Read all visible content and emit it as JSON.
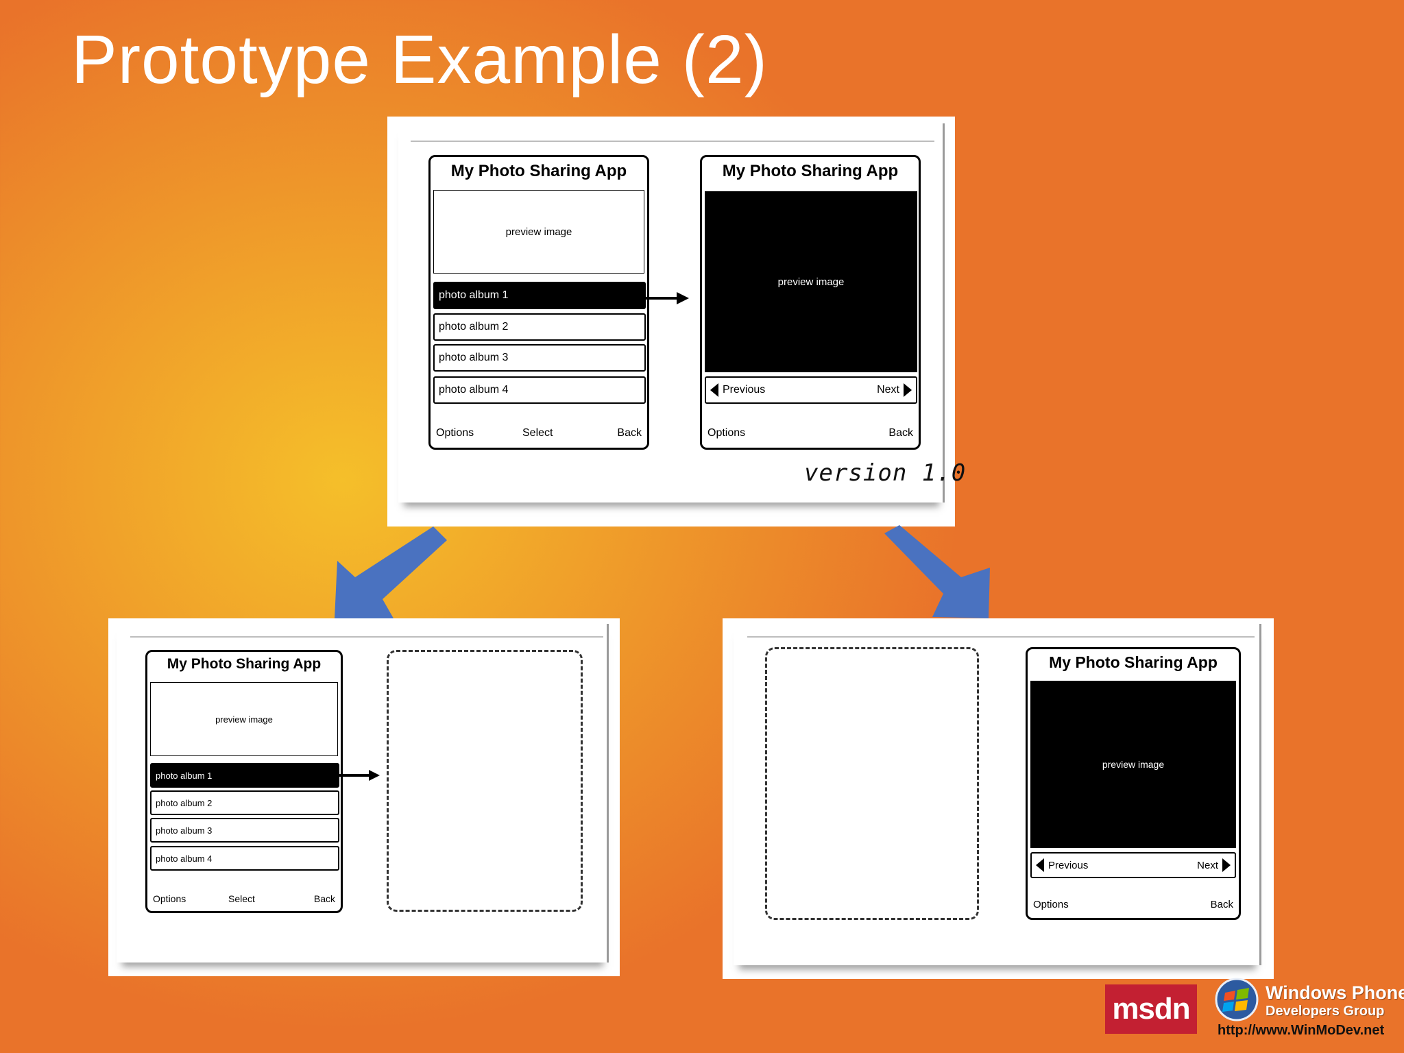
{
  "slide": {
    "title": "Prototype Example (2)"
  },
  "mockup": {
    "app_title": "My Photo Sharing App",
    "preview_label": "preview image",
    "albums": [
      "photo album 1",
      "photo album 2",
      "photo album 3",
      "photo album 4"
    ],
    "softkeys_list": {
      "left": "Options",
      "middle": "Select",
      "right": "Back"
    },
    "softkeys_viewer": {
      "left": "Options",
      "right": "Back"
    },
    "nav_previous": "Previous",
    "nav_next": "Next",
    "version": "version 1.0"
  },
  "branding": {
    "msdn": "msdn",
    "wp_name": "Windows Phone",
    "wp_group": "Developers Group",
    "wp_url": "http://www.WinMoDev.net"
  },
  "colors": {
    "background_center": "#f5bf2a",
    "background_edge": "#e9732a",
    "flow_arrow": "#4a72c0",
    "msdn_red": "#c32032"
  }
}
